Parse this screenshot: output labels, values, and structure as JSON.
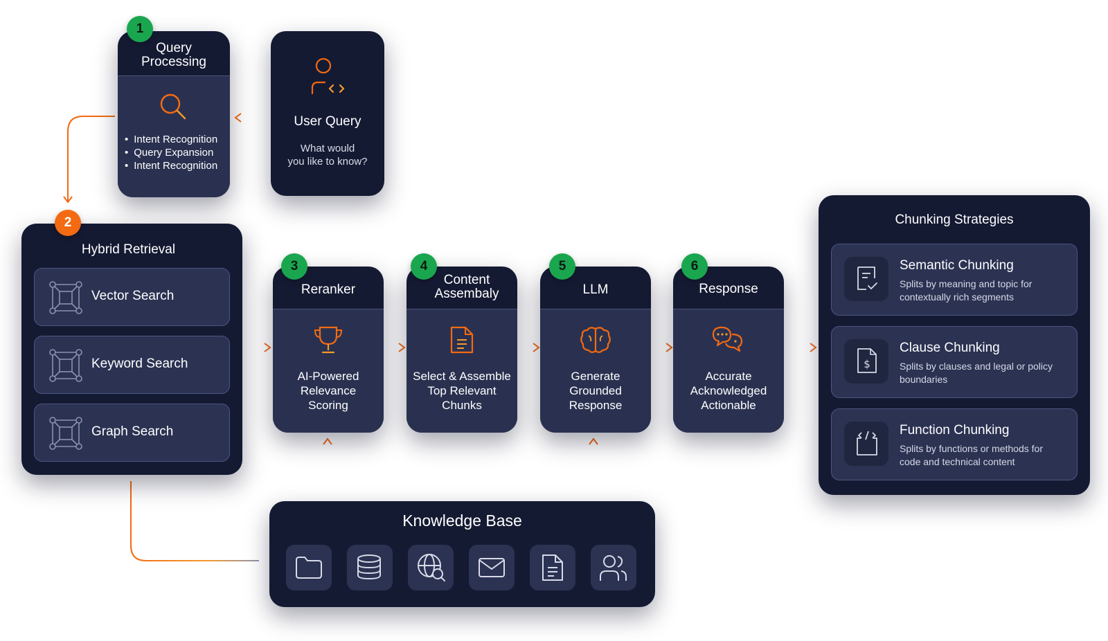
{
  "colors": {
    "card": "#151a33",
    "card_body": "#2a3150",
    "accent_orange": "#f36a12",
    "badge_green": "#1aa64f",
    "badge_orange": "#f36a12"
  },
  "user_query": {
    "title": "User Query",
    "subtitle_line1": "What would",
    "subtitle_line2": "you like to know?",
    "icon": "user-code-icon"
  },
  "query_processing": {
    "badge": "1",
    "title_line1": "Query",
    "title_line2": "Processing",
    "icon": "search-icon",
    "bullets": [
      "Intent Recognition",
      "Query Expansion",
      "Intent Recognition"
    ]
  },
  "hybrid_retrieval": {
    "badge": "2",
    "title": "Hybrid Retrieval",
    "items": [
      {
        "label": "Vector Search",
        "icon": "network-icon"
      },
      {
        "label": "Keyword Search",
        "icon": "network-icon"
      },
      {
        "label": "Graph Search",
        "icon": "network-icon"
      }
    ]
  },
  "reranker": {
    "badge": "3",
    "title": "Reranker",
    "icon": "trophy-icon",
    "lines": [
      "AI-Powered",
      "Relevance",
      "Scoring"
    ]
  },
  "content_assembly": {
    "badge": "4",
    "title_line1": "Content",
    "title_line2": "Assembaly",
    "icon": "document-icon",
    "lines": [
      "Select & Assemble",
      "Top Relevant",
      "Chunks"
    ]
  },
  "llm": {
    "badge": "5",
    "title": "LLM",
    "icon": "brain-icon",
    "lines": [
      "Generate",
      "Grounded",
      "Response"
    ]
  },
  "response": {
    "badge": "6",
    "title": "Response",
    "icon": "chat-icon",
    "lines": [
      "Accurate",
      "Acknowledged",
      "Actionable"
    ]
  },
  "chunking": {
    "title": "Chunking Strategies",
    "items": [
      {
        "title": "Semantic Chunking",
        "desc": "Splits by meaning and topic for contextually rich segments",
        "icon": "doc-check-icon"
      },
      {
        "title": "Clause Chunking",
        "desc": "Splits by clauses and legal or policy boundaries",
        "icon": "doc-dollar-icon"
      },
      {
        "title": "Function Chunking",
        "desc": "Splits by functions or methods for code and technical content",
        "icon": "code-bracket-icon"
      }
    ]
  },
  "knowledge_base": {
    "title": "Knowledge Base",
    "sources": [
      "folder-icon",
      "database-icon",
      "globe-search-icon",
      "mail-icon",
      "document-icon",
      "users-icon"
    ]
  }
}
